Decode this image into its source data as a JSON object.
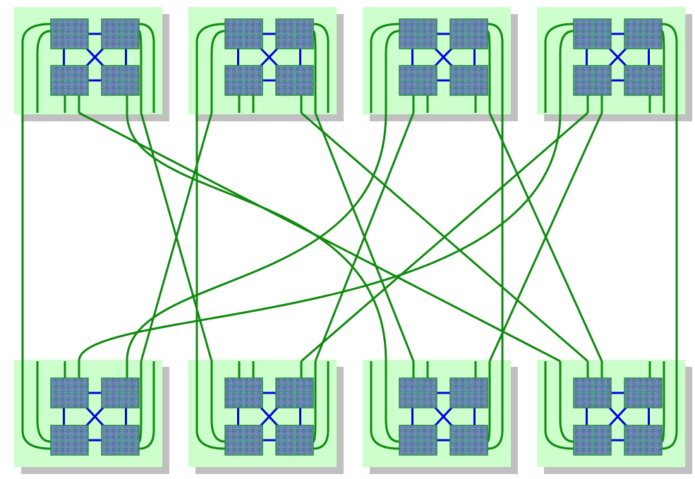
{
  "diagram": {
    "nodes": [
      {
        "id": "node-top-1",
        "row": "top",
        "col": 1,
        "chips": 4
      },
      {
        "id": "node-top-2",
        "row": "top",
        "col": 2,
        "chips": 4
      },
      {
        "id": "node-top-3",
        "row": "top",
        "col": 3,
        "chips": 4
      },
      {
        "id": "node-top-4",
        "row": "top",
        "col": 4,
        "chips": 4
      },
      {
        "id": "node-bottom-1",
        "row": "bottom",
        "col": 1,
        "chips": 4
      },
      {
        "id": "node-bottom-2",
        "row": "bottom",
        "col": 2,
        "chips": 4
      },
      {
        "id": "node-bottom-3",
        "row": "bottom",
        "col": 3,
        "chips": 4
      },
      {
        "id": "node-bottom-4",
        "row": "bottom",
        "col": 4,
        "chips": 4
      }
    ],
    "intra_node_link_color": "#0000e0",
    "inter_node_link_color": "#108a10",
    "node_fill_color": "#ccffcc",
    "node_shadow_color": "#c0c0c0",
    "chip_icon": "processor-chip-icon"
  }
}
